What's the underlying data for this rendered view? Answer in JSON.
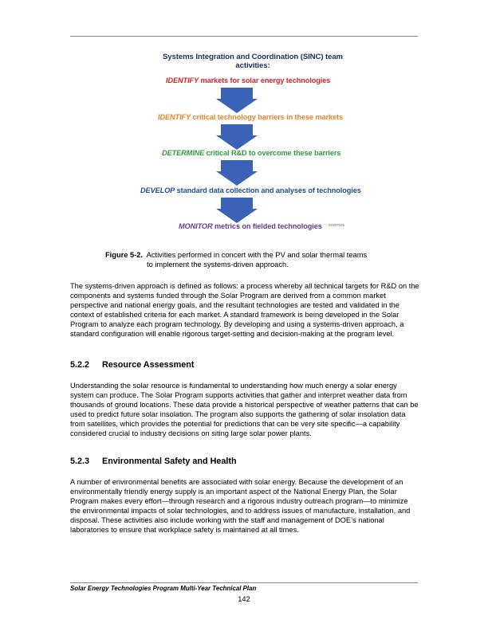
{
  "figure": {
    "title": "Systems Integration and Coordination (SINC) team activities:",
    "steps": [
      {
        "verb": "IDENTIFY",
        "text": "markets for solar energy technologies",
        "color": "#d8232a"
      },
      {
        "verb": "IDENTIFY",
        "text": "critical technology barriers in these markets",
        "color": "#e8822a"
      },
      {
        "verb": "DETERMINE",
        "text": "critical R&D to overcome these barriers",
        "color": "#2f9a3e"
      },
      {
        "verb": "DEVELOP",
        "text": "standard data collection and analyses of technologies",
        "color": "#1f4e9a"
      },
      {
        "verb": "MONITOR",
        "text": "metrics on fielded technologies",
        "color": "#6a3d8f"
      }
    ],
    "arrow_color": "#3a63b8",
    "id_code": "03387526"
  },
  "caption": {
    "label": "Figure 5-2.",
    "line1": "Activities performed in concert with the PV and solar thermal teams",
    "line2": "to implement the systems-driven approach."
  },
  "paragraphs": {
    "intro": "The systems-driven approach is defined as follows: a process whereby all technical targets for R&D on the components and systems funded through the Solar Program are derived from a common market perspective and national energy goals, and the resultant technologies are tested and validated in the context of established criteria for each market. A standard framework is being developed in the Solar Program to analyze each program technology. By developing and using a systems-driven approach, a standard configuration will enable rigorous target-setting and decision-making at the program level.",
    "resource": "Understanding the solar resource is fundamental to understanding how much energy a solar energy system can produce. The Solar Program supports activities that gather and interpret weather data from thousands of ground locations. These data provide a historical perspective of weather patterns that can be used to predict future solar insolation. The program also supports the gathering of solar insolation data from satellites, which provides the potential for predictions that can be very site specific—a capability considered crucial to industry decisions on siting large solar power plants.",
    "safety": "A number of environmental benefits are associated with solar energy.  Because the development of an environmentally friendly energy supply is an important aspect of the National Energy Plan, the Solar Program makes every effort—through research and a rigorous industry outreach program—to minimize the environmental impacts of solar technologies, and to address issues of manufacture, installation, and disposal.  These activities also include working with the staff and management of DOE’s national laboratories to ensure that workplace safety is maintained at all times."
  },
  "headings": {
    "resource": {
      "num": "5.2.2",
      "title": "Resource Assessment"
    },
    "safety": {
      "num": "5.2.3",
      "title": "Environmental Safety and Health"
    }
  },
  "footer": {
    "title": "Solar Energy Technologies Program Multi-Year Technical Plan",
    "page": "142"
  }
}
